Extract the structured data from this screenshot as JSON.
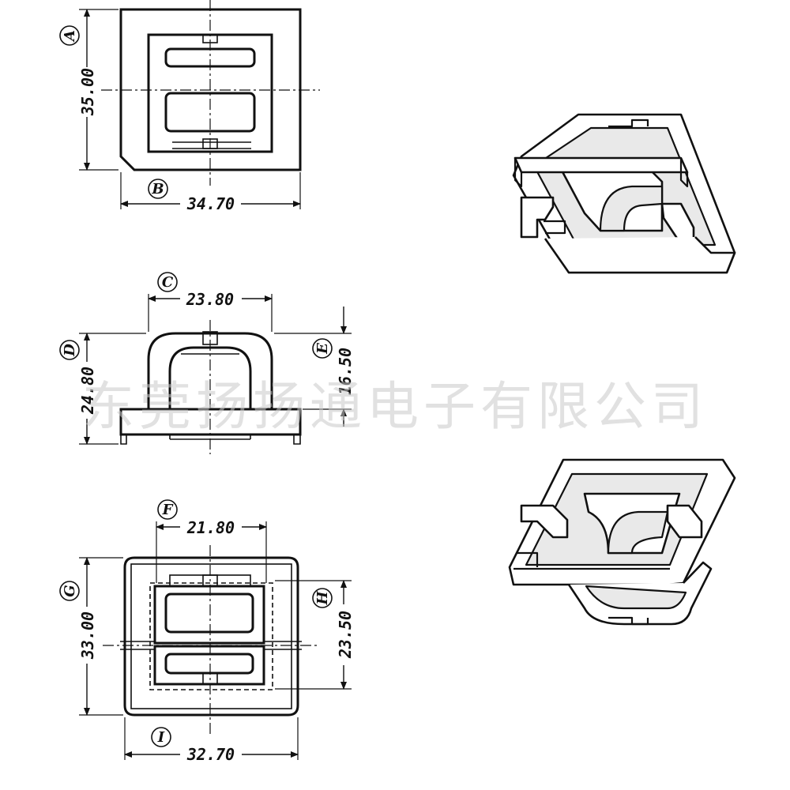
{
  "views": {
    "top": {
      "tag_height": "A",
      "height": "35.00",
      "tag_width": "B",
      "width": "34.70"
    },
    "front": {
      "tag_inner_width": "C",
      "inner_width": "23.80",
      "tag_total_height": "D",
      "total_height": "24.80",
      "tag_frame_height": "E",
      "frame_height": "16.50"
    },
    "bottom": {
      "tag_inner_width": "F",
      "inner_width": "21.80",
      "tag_height": "G",
      "height": "33.00",
      "tag_inner_height": "H",
      "inner_height": "23.50",
      "tag_width": "I",
      "width": "32.70"
    }
  },
  "watermark": "东莞扬扬通电子有限公司"
}
